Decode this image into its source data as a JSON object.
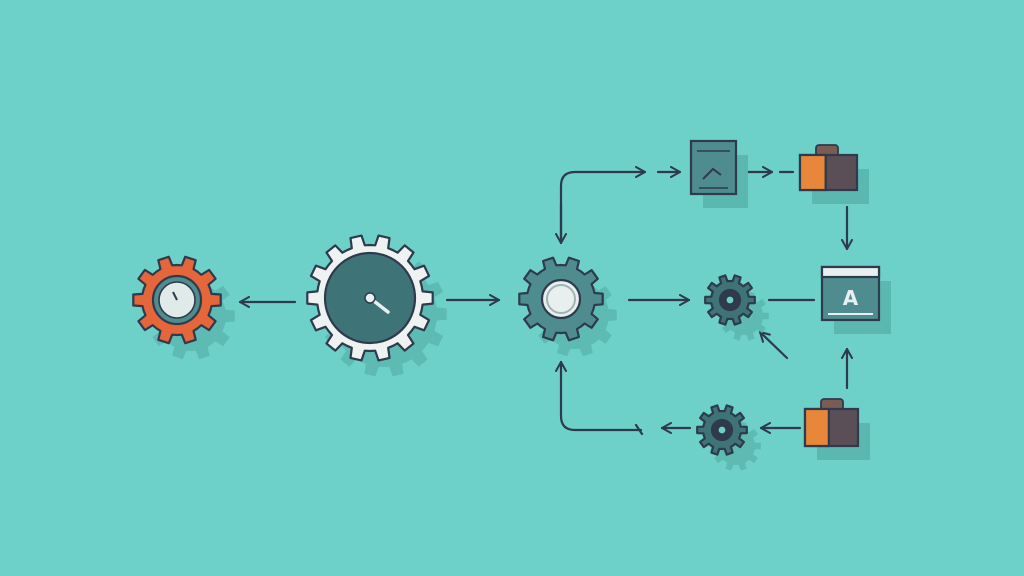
{
  "diagram": {
    "background": "#6dd0c9",
    "line_color": "#2f3a4c",
    "shadow_color": "#5bb8b1",
    "nodes": [
      {
        "name": "orange-gear-icon",
        "kind": "gear",
        "color": "#e4663a",
        "inner": "#4e8c90",
        "face": "gauge"
      },
      {
        "name": "large-dial-gear-icon",
        "kind": "gear",
        "color": "#eef3f2",
        "inner": "#3e7478",
        "face": "dial"
      },
      {
        "name": "central-hub-gear-icon",
        "kind": "gear",
        "color": "#4e8c90",
        "inner": "#e8efee",
        "face": "ring"
      },
      {
        "name": "small-gear-middle-icon",
        "kind": "gear",
        "color": "#3e7478",
        "inner": "#2f3a4c",
        "face": "dot"
      },
      {
        "name": "small-gear-bottom-icon",
        "kind": "gear",
        "color": "#3e7478",
        "inner": "#2f3a4c",
        "face": "dot"
      },
      {
        "name": "document-icon",
        "kind": "document",
        "color": "#4e8c90"
      },
      {
        "name": "window-a-icon",
        "kind": "window",
        "color": "#4e8c90",
        "glyph": "A"
      },
      {
        "name": "folder-top-icon",
        "kind": "folder",
        "color": "#e8873a",
        "dark": "#5a4f56"
      },
      {
        "name": "folder-bottom-icon",
        "kind": "folder",
        "color": "#e8873a",
        "dark": "#5a4f56"
      }
    ]
  }
}
